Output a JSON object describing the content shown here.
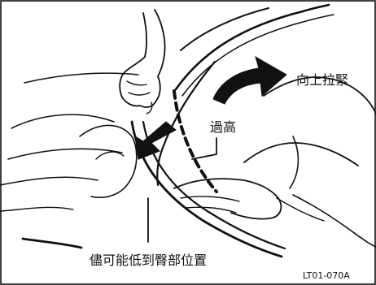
{
  "illustration": {
    "labels": {
      "pull_up": "向上拉緊",
      "too_high": "過高",
      "as_low_as_hips": "儘可能低到臀部位置"
    },
    "figure_code": "LT01-070A"
  },
  "colors": {
    "ink": "#111111",
    "background": "#ffffff",
    "dashed_belt": "#9a9a9a"
  }
}
